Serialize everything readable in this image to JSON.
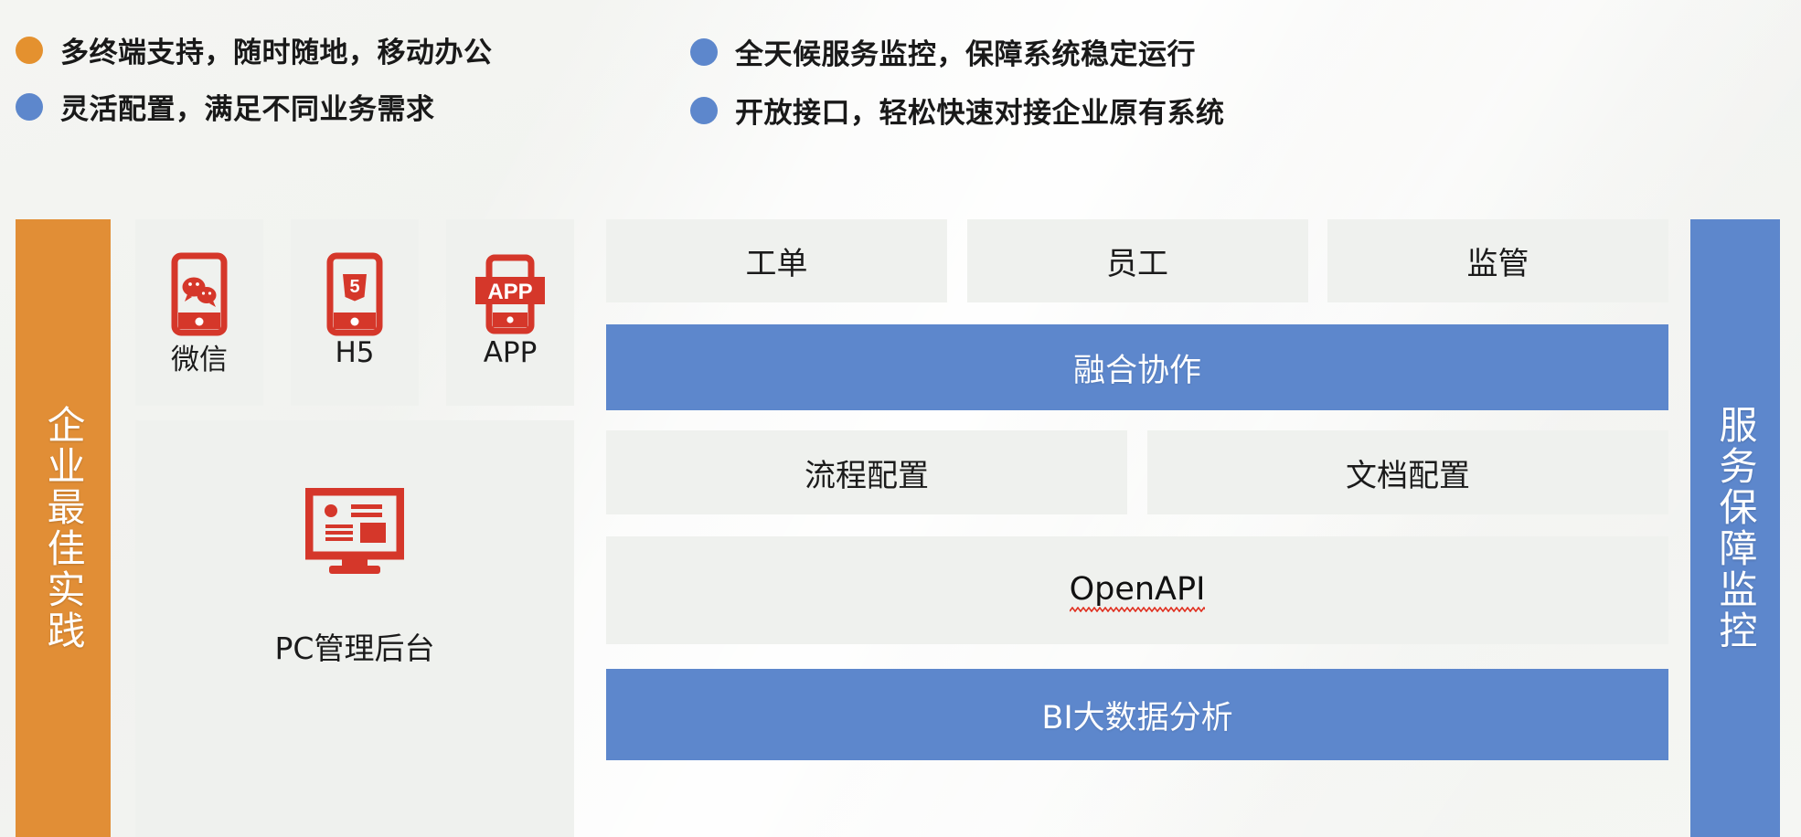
{
  "header": {
    "bullets": [
      {
        "color": "#e4912f",
        "text": "多终端支持，随时随地，移动办公"
      },
      {
        "color": "#5d87cc",
        "text": "灵活配置，满足不同业务需求"
      },
      {
        "color": "#5d87cc",
        "text": "全天候服务监控，保障系统稳定运行"
      },
      {
        "color": "#5d87cc",
        "text": "开放接口，轻松快速对接企业原有系统"
      }
    ]
  },
  "sidebar_left": {
    "label": "企业最佳实践",
    "color": "#e18e36"
  },
  "sidebar_right": {
    "label": "服务保障监控",
    "color": "#5d87cc"
  },
  "devices": {
    "top": [
      {
        "label": "微信",
        "icon": "wechat-phone-icon"
      },
      {
        "label": "H5",
        "icon": "html5-phone-icon"
      },
      {
        "label": "APP",
        "icon": "app-tablet-icon"
      }
    ],
    "pc": {
      "label": "PC管理后台",
      "icon": "desktop-monitor-icon"
    }
  },
  "stack": {
    "row_top": [
      "工单",
      "员工",
      "监管"
    ],
    "row_fusion": "融合协作",
    "row_config": [
      "流程配置",
      "文档配置"
    ],
    "row_api": "OpenAPI",
    "row_bi": "BI大数据分析"
  },
  "colors": {
    "orange": "#e18e36",
    "blue": "#5d87cc",
    "card": "#eff1ee",
    "icon_red": "#d5372a",
    "text": "#1b1b1b",
    "spellcheck": "#e03020"
  }
}
